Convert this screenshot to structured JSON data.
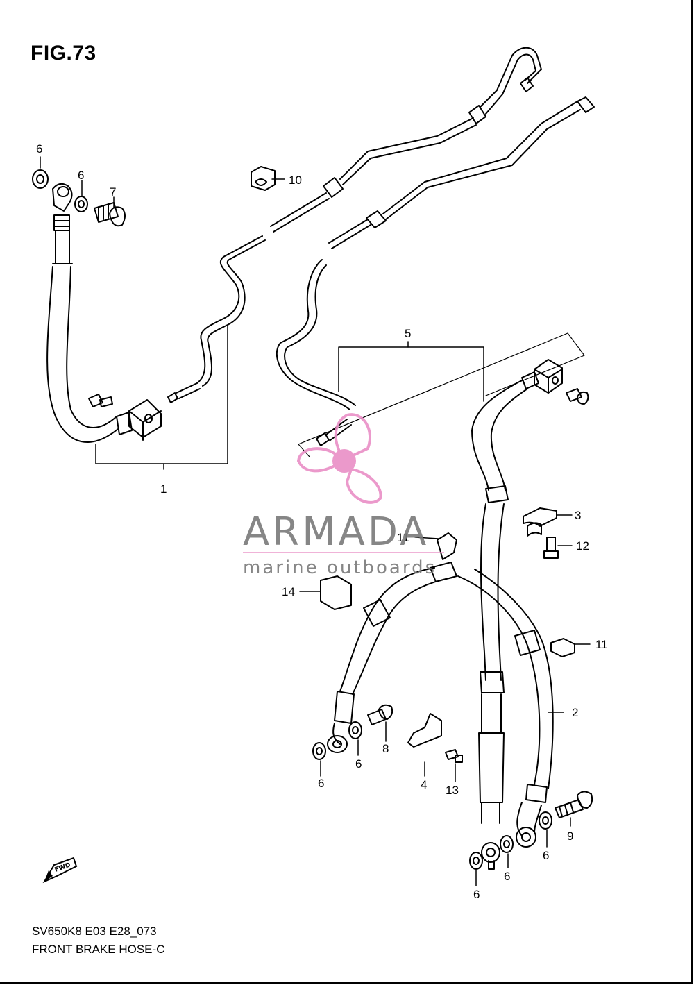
{
  "figure": {
    "title": "FIG.73"
  },
  "footer": {
    "code": "SV650K8 E03 E28_073",
    "description": "FRONT BRAKE HOSE-C"
  },
  "watermark": {
    "brand": "ARMADA",
    "tagline": "marine outboards",
    "color": "#e98fc6",
    "text_color": "#7a7a7a"
  },
  "fwd_badge": {
    "text": "FWD"
  },
  "callouts": [
    {
      "id": "c1",
      "text": "1"
    },
    {
      "id": "c2",
      "text": "2"
    },
    {
      "id": "c3",
      "text": "3"
    },
    {
      "id": "c4",
      "text": "4"
    },
    {
      "id": "c5",
      "text": "5"
    },
    {
      "id": "c6a",
      "text": "6"
    },
    {
      "id": "c6b",
      "text": "6"
    },
    {
      "id": "c6c",
      "text": "6"
    },
    {
      "id": "c6d",
      "text": "6"
    },
    {
      "id": "c6e",
      "text": "6"
    },
    {
      "id": "c6f",
      "text": "6"
    },
    {
      "id": "c6g",
      "text": "6"
    },
    {
      "id": "c7",
      "text": "7"
    },
    {
      "id": "c8",
      "text": "8"
    },
    {
      "id": "c9",
      "text": "9"
    },
    {
      "id": "c10",
      "text": "10"
    },
    {
      "id": "c11a",
      "text": "11"
    },
    {
      "id": "c11b",
      "text": "11"
    },
    {
      "id": "c12",
      "text": "12"
    },
    {
      "id": "c13",
      "text": "13"
    },
    {
      "id": "c14",
      "text": "14"
    }
  ]
}
